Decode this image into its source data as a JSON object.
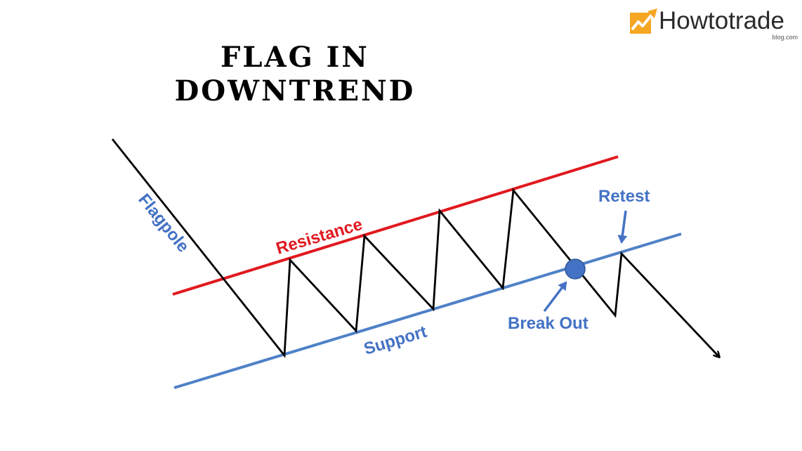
{
  "title": {
    "line1": "FLAG IN",
    "line2": "DOWNTREND"
  },
  "logo": {
    "name": "Howtotrade",
    "sub": "blog.com",
    "icon": "chart-arrow-icon",
    "accent_color": "#f5a623"
  },
  "labels": {
    "flagpole": "Flagpole",
    "resistance": "Resistance",
    "support": "Support",
    "break_out": "Break Out",
    "retest": "Retest"
  },
  "colors": {
    "resistance": "#e0191f",
    "support": "#4f81c7",
    "price": "#000000",
    "annotation": "#4472c4",
    "breakout_marker": "#4472c4"
  }
}
